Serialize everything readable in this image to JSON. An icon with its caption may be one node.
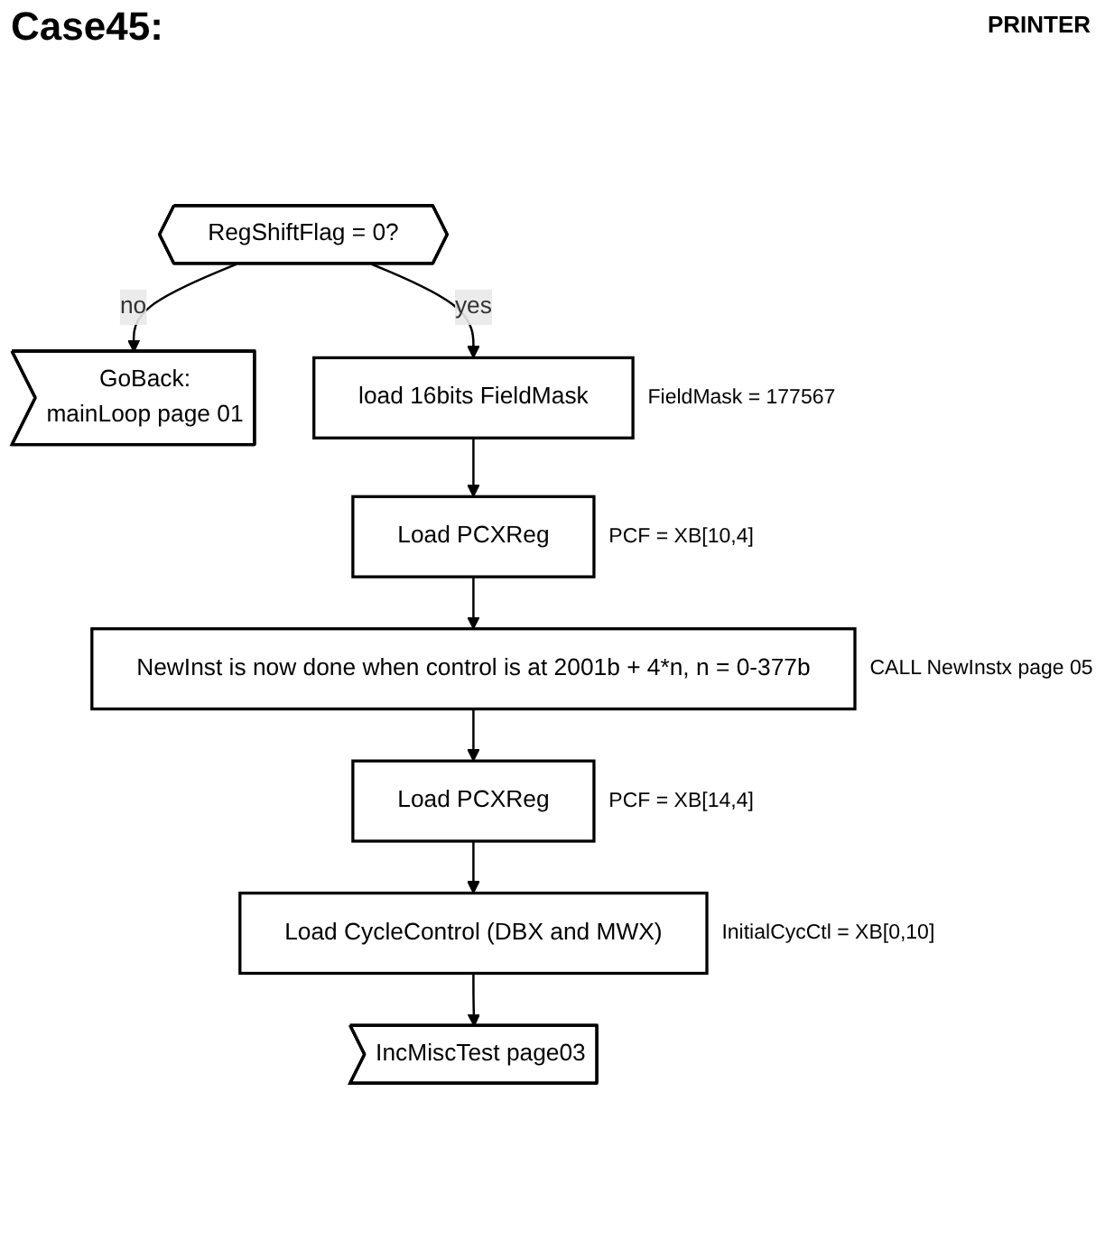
{
  "diagram": {
    "title": "Case45:",
    "nodes": [
      {
        "text": [
          "RegShiftFlag = 0?"
        ]
      },
      {
        "text": [
          "GoBack:",
          "mainLoop page 01"
        ]
      },
      {
        "text": [
          "load 16bits FieldMask"
        ],
        "beside": [
          "FieldMask = 177567"
        ]
      },
      {
        "text": [
          "Load PCXReg"
        ],
        "beside": [
          "PCF = XB[10,4]"
        ]
      },
      {
        "text": [
          "NewInst is now done when control is at 2001b + 4*n, n = 0-377b"
        ],
        "beside": [
          "CALL NewInstx page 05"
        ]
      },
      {
        "text": [
          "Load PCXReg"
        ],
        "beside": [
          "PCF = XB[14,4]"
        ]
      },
      {
        "text": [
          "Load CycleControl (DBX and MWX)"
        ],
        "beside": [
          "InitialCycCtl = XB[0,10]"
        ]
      },
      {
        "text": [
          "IncMiscTest page03"
        ]
      }
    ],
    "edges": [
      {
        "from": 0,
        "to": 1,
        "arrow": "to",
        "label": "no"
      },
      {
        "from": 0,
        "to": 2,
        "arrow": "to",
        "label": "yes"
      },
      {
        "from": 2,
        "to": 3,
        "arrow": "to"
      },
      {
        "from": 3,
        "to": 4,
        "arrow": "to"
      },
      {
        "from": 4,
        "to": 5,
        "arrow": "to"
      },
      {
        "from": 5,
        "to": 6,
        "arrow": "to"
      },
      {
        "from": 6,
        "to": 7,
        "arrow": "to"
      }
    ],
    "labels": [
      "PRINTER"
    ]
  }
}
